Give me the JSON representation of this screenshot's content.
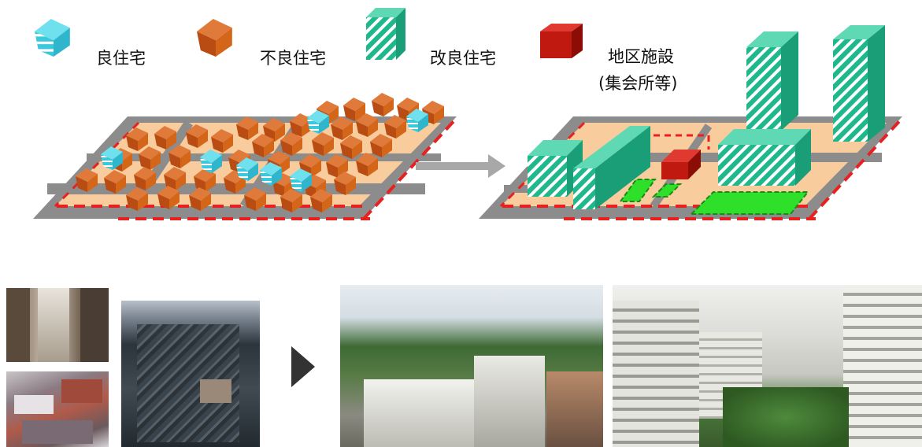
{
  "legend": {
    "good_housing": "良住宅",
    "bad_housing": "不良住宅",
    "improved_housing": "改良住宅",
    "district_facility_line1": "地区施設",
    "district_facility_line2": "(集会所等)"
  },
  "colors": {
    "good_housing": "#3cc8dc",
    "bad_housing": "#d4661a",
    "improved_housing": "#22b890",
    "district_facility": "#c01a10",
    "boundary": "#e82020",
    "ground": "#f8cc9c",
    "road": "#8c8c8c",
    "park": "#2ee02a",
    "arrow": "#a8a8a8"
  },
  "icons": {
    "transform_arrow": "arrow-right-icon",
    "photo_arrow": "triangle-right-icon"
  }
}
